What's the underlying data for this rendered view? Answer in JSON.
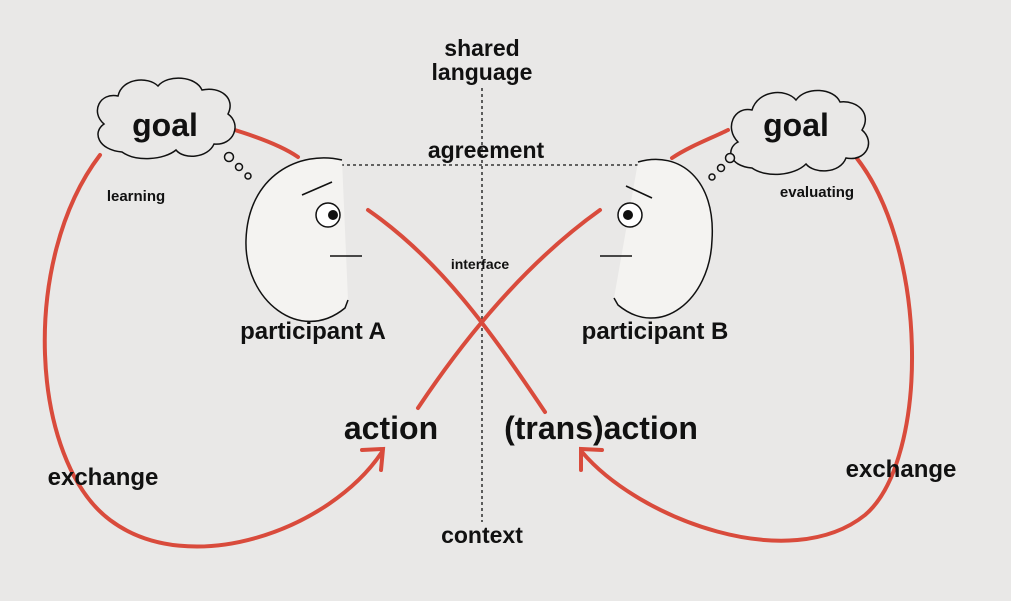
{
  "labels": {
    "shared_line1": "shared",
    "shared_line2": "language",
    "agreement": "agreement",
    "interface": "interface",
    "context": "context",
    "goal_left": "goal",
    "goal_right": "goal",
    "learning": "learning",
    "evaluating": "evaluating",
    "participant_a": "participant A",
    "participant_b": "participant B",
    "action": "action",
    "transaction": "(trans)action",
    "exchange_left": "exchange",
    "exchange_right": "exchange"
  },
  "colors": {
    "background": "#e9e8e7",
    "accent": "#d94b3c",
    "ink": "#111111",
    "head_fill": "#f4f3f1"
  }
}
